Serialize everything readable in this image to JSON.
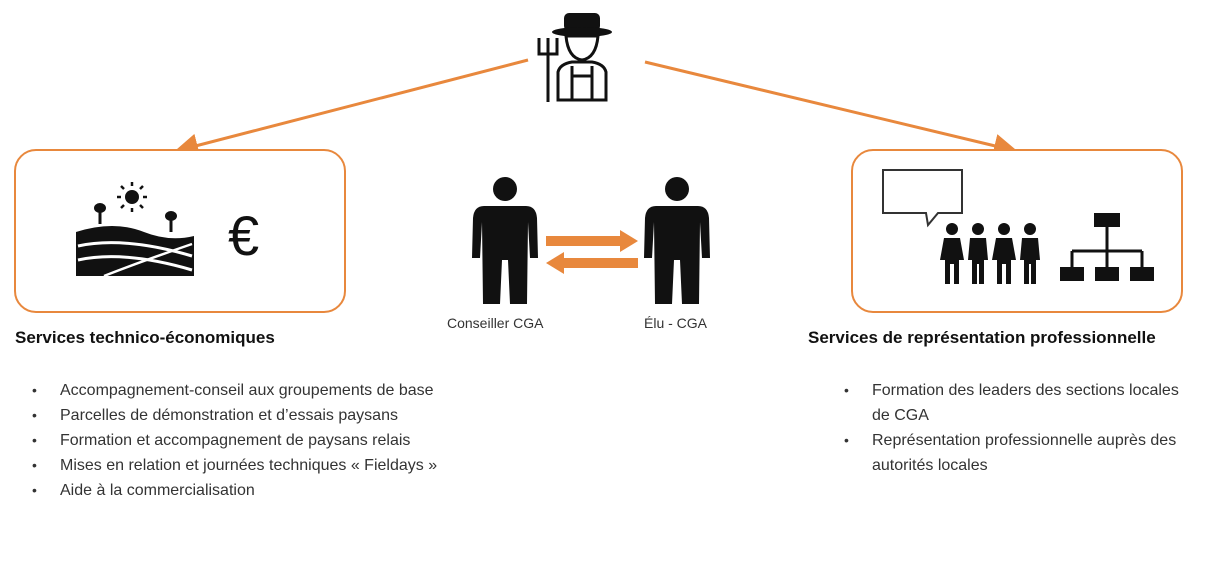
{
  "colors": {
    "accent": "#E8883D",
    "icon": "#111111",
    "text": "#333333"
  },
  "icons": {
    "top": "farmer-with-pitchfork-icon",
    "left_panel": [
      "field-with-sun-icon",
      "euro-icon"
    ],
    "center": [
      "person-icon",
      "exchange-arrows-icon",
      "person-icon"
    ],
    "right_panel": [
      "speech-bubble-icon",
      "group-of-people-icon",
      "org-chart-icon"
    ]
  },
  "left": {
    "euro_symbol": "€",
    "heading": "Services technico-économiques",
    "bullets": [
      "Accompagnement-conseil aux groupements de base",
      "Parcelles de démonstration et d’essais paysans",
      "Formation et accompagnement de paysans relais",
      "Mises en relation et journées techniques « Fieldays »",
      "Aide à la commercialisation"
    ]
  },
  "center": {
    "left_person_label": "Conseiller CGA",
    "right_person_label": "Élu - CGA"
  },
  "right": {
    "heading": "Services de représentation professionnelle",
    "bullets": [
      "Formation des leaders des sections locales de CGA",
      "Représentation professionnelle auprès des autorités locales"
    ]
  }
}
